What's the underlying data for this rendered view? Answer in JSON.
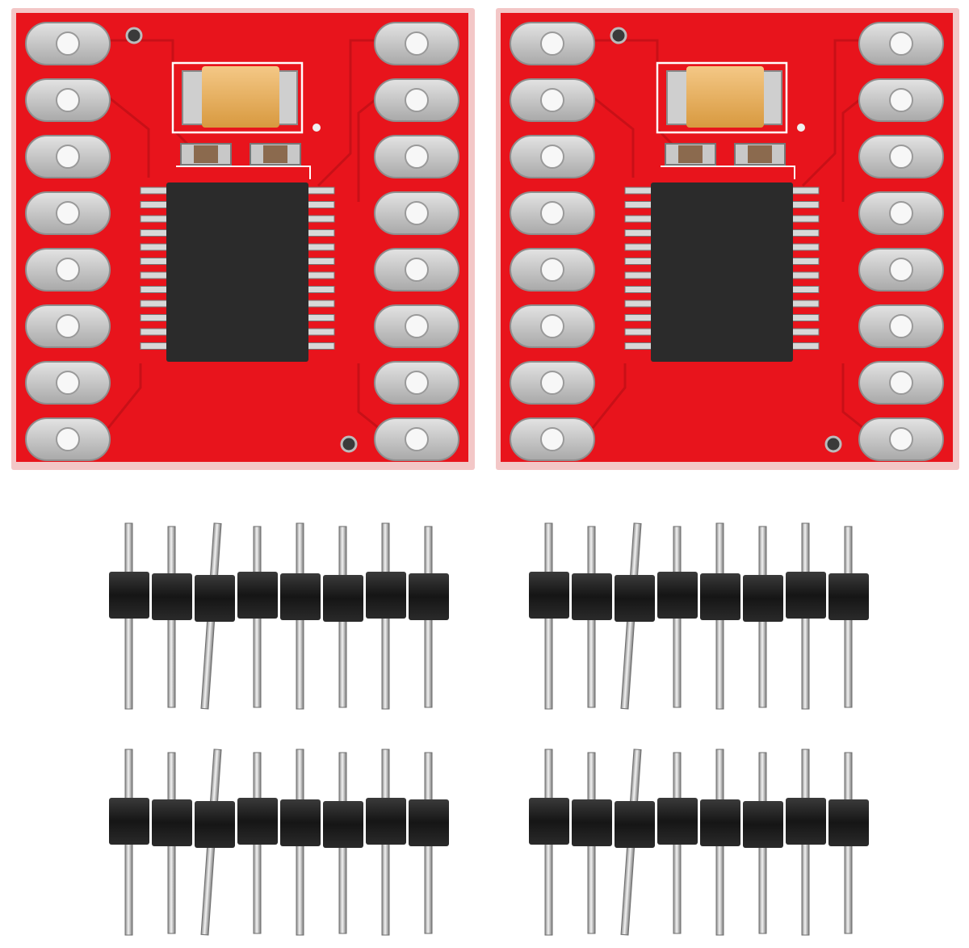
{
  "scene": {
    "background": "#ffffff",
    "boards": [
      {
        "id": "board-left",
        "pins_per_side": 8,
        "chip_pins_per_side": 12,
        "pcb_color": "#e8141c",
        "pad_color": "#c9c9c9"
      },
      {
        "id": "board-right",
        "pins_per_side": 8,
        "chip_pins_per_side": 12,
        "pcb_color": "#e8141c",
        "pad_color": "#c9c9c9"
      }
    ],
    "headers": [
      {
        "id": "header-top-left",
        "pins": 8
      },
      {
        "id": "header-top-right",
        "pins": 8
      },
      {
        "id": "header-bottom-left",
        "pins": 8
      },
      {
        "id": "header-bottom-right",
        "pins": 8
      }
    ],
    "colors": {
      "pcb": "#e8141c",
      "pcb_edge": "#f3c7c7",
      "pad": "#c9c9c9",
      "pad_shadow": "#8e8e8e",
      "chip": "#2b2b2b",
      "capacitor": "#e8b060",
      "header_plastic": "#1c1c1c",
      "header_pin": "#bdbdbd"
    }
  }
}
